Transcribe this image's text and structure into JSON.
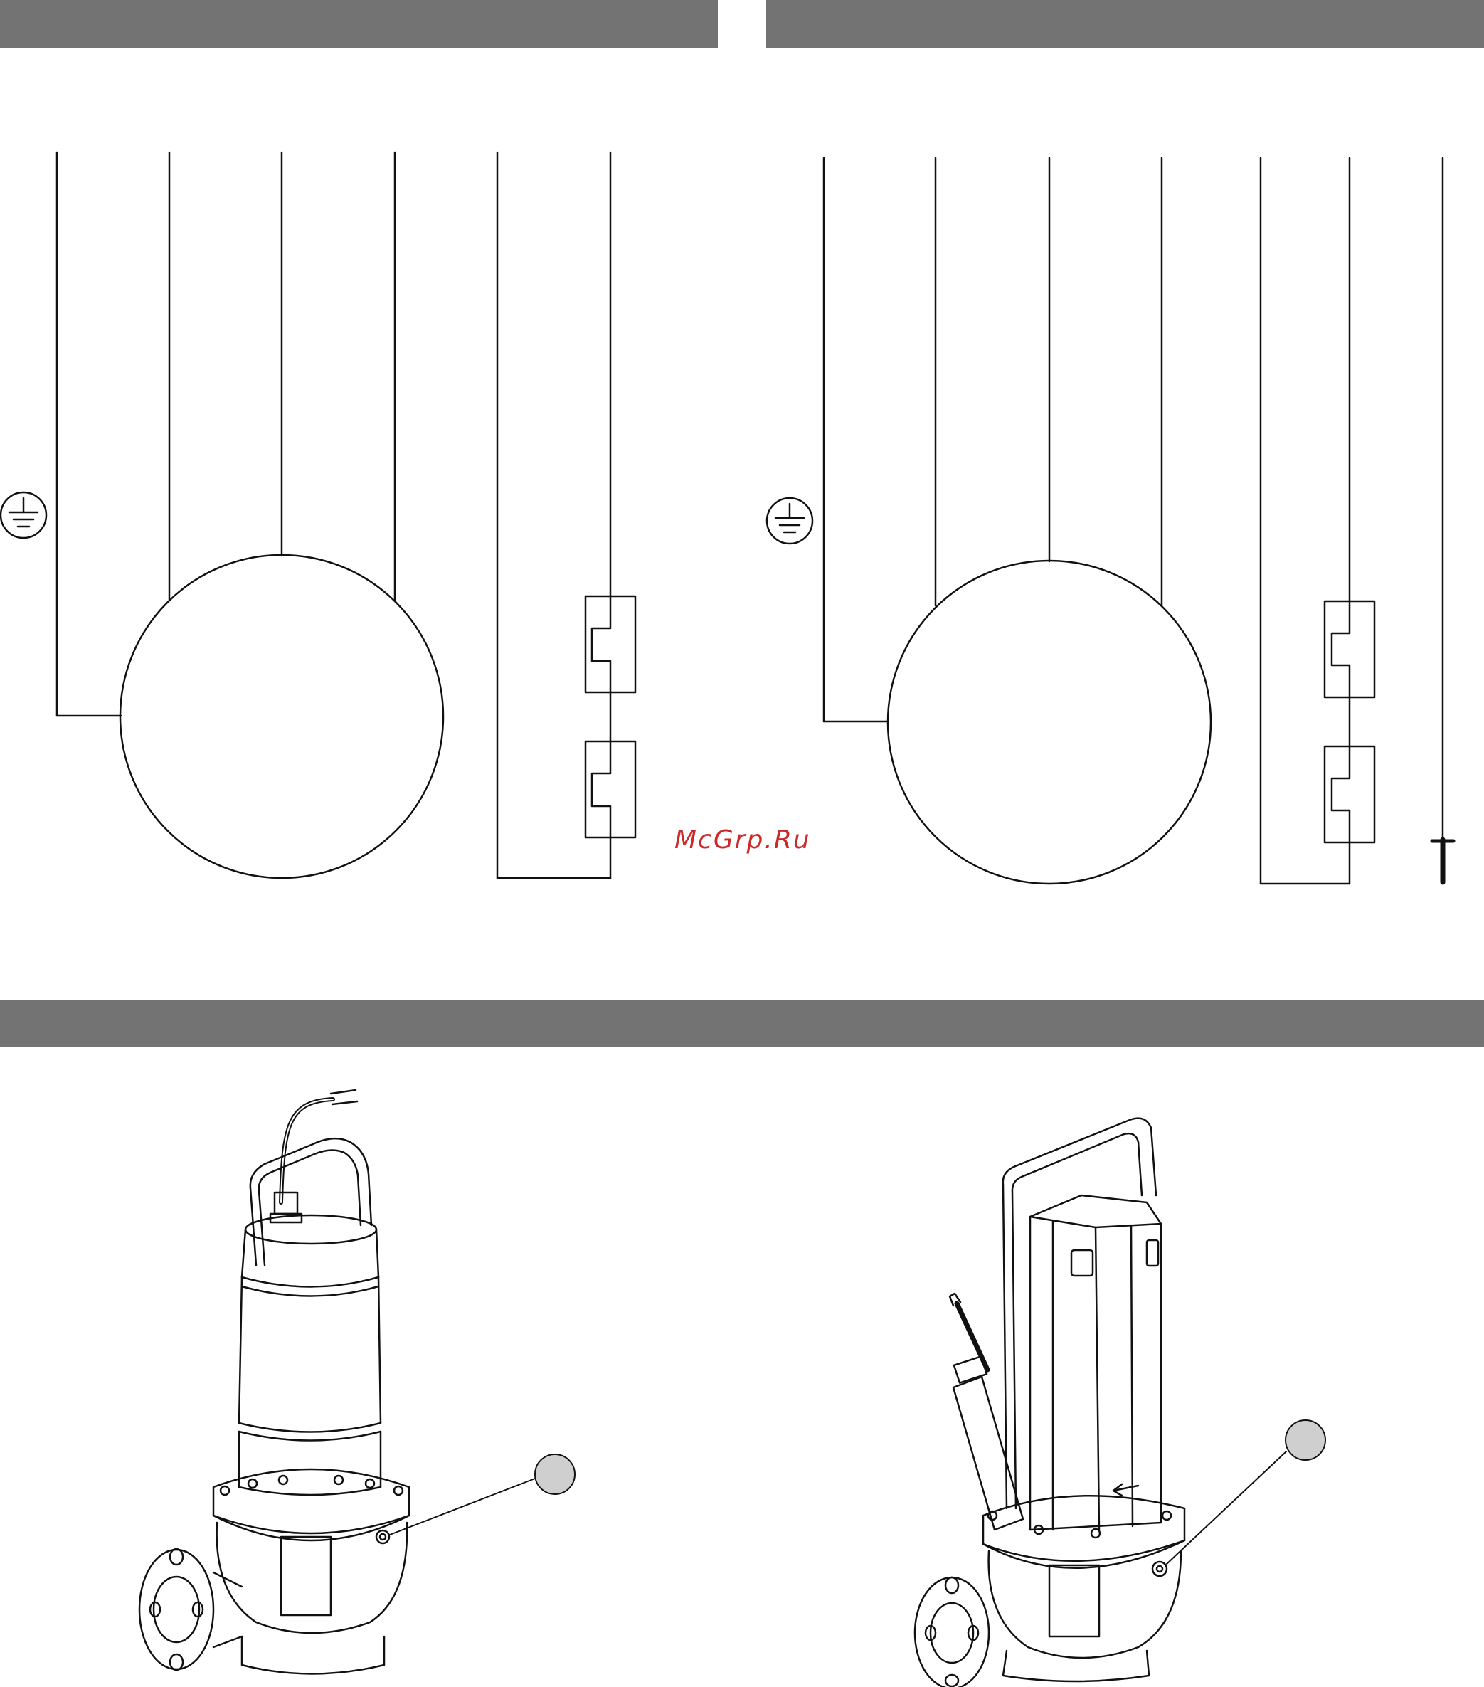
{
  "watermark": {
    "text": "McGrp.Ru"
  },
  "colors": {
    "header_bar": "#737373",
    "line": "#111111",
    "callout_fill": "#cfcfcf",
    "watermark": "#cc2a2a"
  },
  "diagrams": [
    {
      "id": "wiring-left",
      "motor": "single-phase",
      "thermal_switches": 2,
      "ground_symbol": "earth-icon",
      "extra_probe": false
    },
    {
      "id": "wiring-right",
      "motor": "single-phase",
      "thermal_switches": 2,
      "ground_symbol": "earth-icon",
      "extra_probe": true
    }
  ],
  "pumps": [
    {
      "id": "pump-cylindrical",
      "callout": "empty"
    },
    {
      "id": "pump-angular",
      "callout": "empty"
    }
  ]
}
